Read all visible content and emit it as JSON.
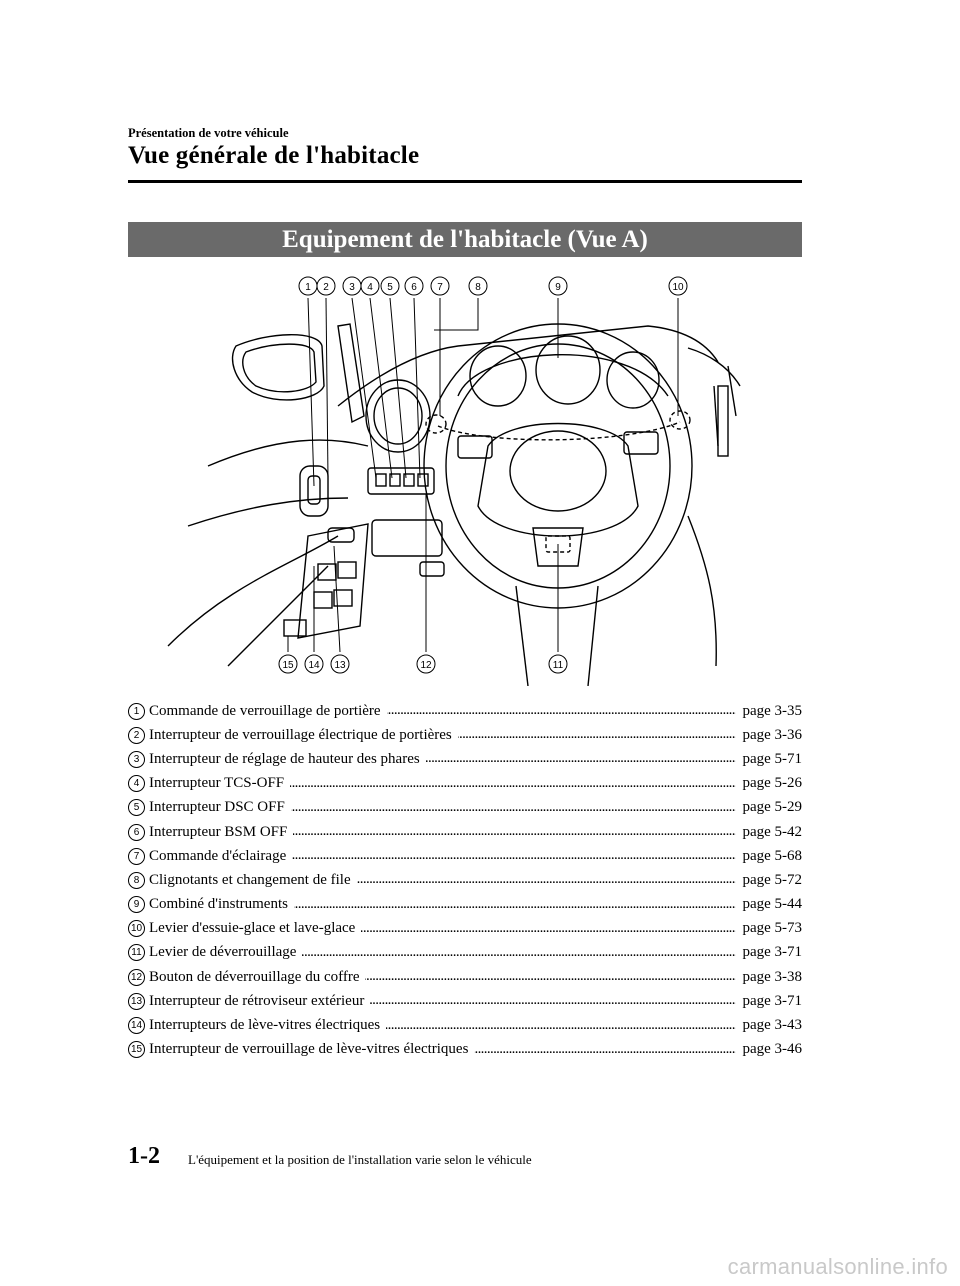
{
  "header": {
    "section": "Présentation de votre véhicule",
    "title": "Vue générale de l'habitacle"
  },
  "banner": {
    "title": "Equipement de l'habitacle (Vue A)"
  },
  "figure": {
    "callouts": [
      "1",
      "2",
      "3",
      "4",
      "5",
      "6",
      "7",
      "8",
      "9",
      "10",
      "11",
      "12",
      "13",
      "14",
      "15"
    ]
  },
  "legend": [
    {
      "num": "1",
      "label": "Commande de verrouillage de portière",
      "page": "page 3-35"
    },
    {
      "num": "2",
      "label": "Interrupteur de verrouillage électrique de portières",
      "page": "page 3-36"
    },
    {
      "num": "3",
      "label": "Interrupteur de réglage de hauteur des phares",
      "page": "page 5-71"
    },
    {
      "num": "4",
      "label": "Interrupteur TCS-OFF",
      "page": "page 5-26"
    },
    {
      "num": "5",
      "label": "Interrupteur DSC OFF",
      "page": "page 5-29"
    },
    {
      "num": "6",
      "label": "Interrupteur BSM OFF",
      "page": "page 5-42"
    },
    {
      "num": "7",
      "label": "Commande d'éclairage",
      "page": "page 5-68"
    },
    {
      "num": "8",
      "label": "Clignotants et changement de file",
      "page": "page 5-72"
    },
    {
      "num": "9",
      "label": "Combiné d'instruments",
      "page": "page 5-44"
    },
    {
      "num": "10",
      "label": "Levier d'essuie-glace et lave-glace",
      "page": "page 5-73"
    },
    {
      "num": "11",
      "label": "Levier de déverrouillage",
      "page": "page 3-71"
    },
    {
      "num": "12",
      "label": "Bouton de déverrouillage du coffre",
      "page": "page 3-38"
    },
    {
      "num": "13",
      "label": "Interrupteur de rétroviseur extérieur",
      "page": "page 3-71"
    },
    {
      "num": "14",
      "label": "Interrupteurs de lève-vitres électriques",
      "page": "page 3-43"
    },
    {
      "num": "15",
      "label": "Interrupteur de verrouillage de lève-vitres électriques",
      "page": "page 3-46"
    }
  ],
  "footer": {
    "page_number": "1-2",
    "note": "L'équipement et la position de l'installation varie selon le véhicule",
    "watermark": "carmanualsonline.info"
  }
}
